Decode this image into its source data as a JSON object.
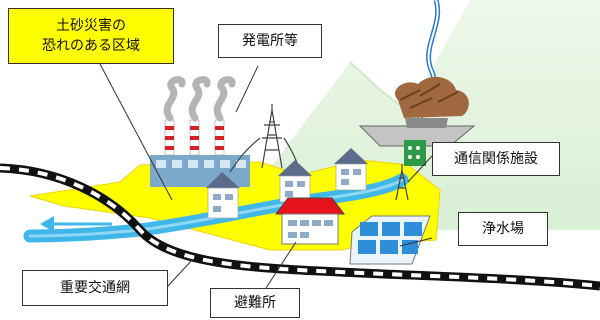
{
  "labels": {
    "zone_line1": "土砂災害の",
    "zone_line2": "恐れのある区域",
    "power_plant": "発電所等",
    "telecom": "通信関係施設",
    "water_plant": "浄水場",
    "transport": "重要交通網",
    "shelter": "避難所"
  },
  "colors": {
    "danger_zone": "#ffff00",
    "river": "#3fb7e8",
    "mountain": "#dff1dc",
    "railway": "#111111",
    "shelter_roof": "#e8121a"
  },
  "icons": [
    "power-plant-icon",
    "transmission-tower-icon",
    "telecom-facility-icon",
    "water-plant-icon",
    "landslide-debris-icon",
    "shelter-icon",
    "house-icon",
    "railway-icon",
    "flow-arrow-icon"
  ]
}
